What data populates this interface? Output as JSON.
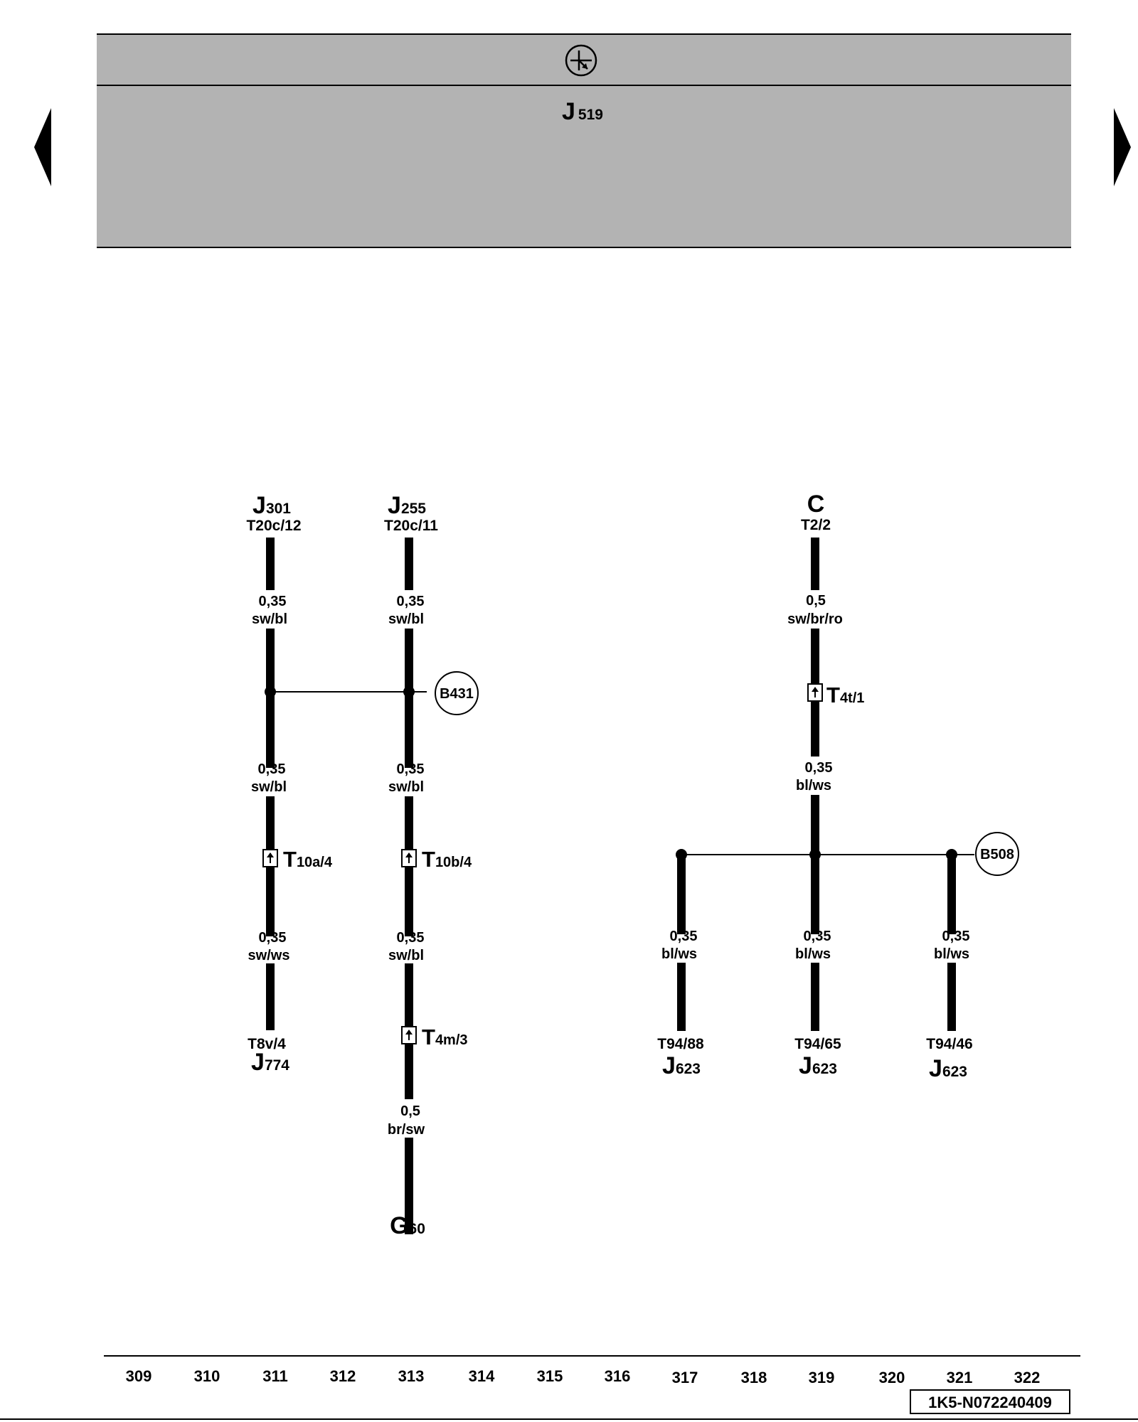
{
  "header": {
    "module_main": "J",
    "module_sub": "519",
    "ground_icon": "ground-symbol-icon"
  },
  "navigation": {
    "prev_icon": "arrow-left-icon",
    "next_icon": "arrow-right-icon"
  },
  "components": [
    {
      "id": "j301-top",
      "main": "J",
      "sub": "301",
      "pin": "T20c/12"
    },
    {
      "id": "j255-top",
      "main": "J",
      "sub": "255",
      "pin": "T20c/11"
    },
    {
      "id": "c-top",
      "main": "C",
      "sub": "",
      "pin": "T2/2"
    },
    {
      "id": "j774-bottom",
      "main": "J",
      "sub": "774",
      "pin": "T8v/4"
    },
    {
      "id": "g60-bottom",
      "main": "G",
      "sub": "60",
      "pin": ""
    },
    {
      "id": "j623-a",
      "main": "J",
      "sub": "623",
      "pin": "T94/88"
    },
    {
      "id": "j623-b",
      "main": "J",
      "sub": "623",
      "pin": "T94/65"
    },
    {
      "id": "j623-c",
      "main": "J",
      "sub": "623",
      "pin": "T94/46"
    }
  ],
  "wires": [
    {
      "size": "0,35",
      "color": "sw/bl"
    },
    {
      "size": "0,35",
      "color": "sw/bl"
    },
    {
      "size": "0,5",
      "color": "sw/br/ro"
    },
    {
      "size": "0,35",
      "color": "sw/bl"
    },
    {
      "size": "0,35",
      "color": "sw/bl"
    },
    {
      "size": "0,35",
      "color": "bl/ws"
    },
    {
      "size": "0,35",
      "color": "sw/ws"
    },
    {
      "size": "0,35",
      "color": "sw/bl"
    },
    {
      "size": "0,35",
      "color": "bl/ws"
    },
    {
      "size": "0,35",
      "color": "bl/ws"
    },
    {
      "size": "0,35",
      "color": "bl/ws"
    },
    {
      "size": "0,5",
      "color": "br/sw"
    }
  ],
  "connectors": [
    {
      "main": "T",
      "sub": "10a/4"
    },
    {
      "main": "T",
      "sub": "10b/4"
    },
    {
      "main": "T",
      "sub": "4m/3"
    },
    {
      "main": "T",
      "sub": "4t/1"
    }
  ],
  "splices": [
    {
      "label": "B431"
    },
    {
      "label": "B508"
    }
  ],
  "track_numbers": [
    "309",
    "310",
    "311",
    "312",
    "313",
    "314",
    "315",
    "316",
    "317",
    "318",
    "319",
    "320",
    "321",
    "322"
  ],
  "reference": "1K5-N072240409"
}
